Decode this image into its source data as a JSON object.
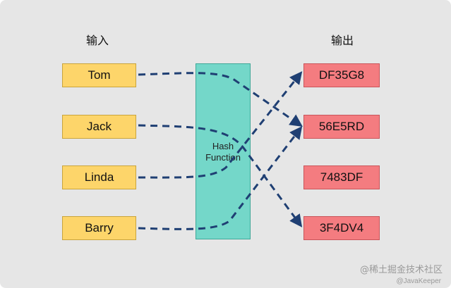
{
  "headings": {
    "input": "输入",
    "output": "输出"
  },
  "inputs": [
    "Tom",
    "Jack",
    "Linda",
    "Barry"
  ],
  "outputs": [
    "DF35G8",
    "56E5RD",
    "7483DF",
    "3F4DV4"
  ],
  "hash_function": {
    "line1": "Hash",
    "line2": "Function"
  },
  "mappings": [
    {
      "from": "Tom",
      "to": "56E5RD"
    },
    {
      "from": "Jack",
      "to": "3F4DV4"
    },
    {
      "from": "Linda",
      "to": "DF35G8"
    },
    {
      "from": "Barry",
      "to": "56E5RD"
    }
  ],
  "colors": {
    "input_fill": "#fdd56a",
    "output_fill": "#f47c80",
    "hash_fill": "#74d7c9",
    "arrow": "#1f3f73"
  },
  "watermark": {
    "line1": "@稀土掘金技术社区",
    "line2": "@JavaKeeper"
  }
}
